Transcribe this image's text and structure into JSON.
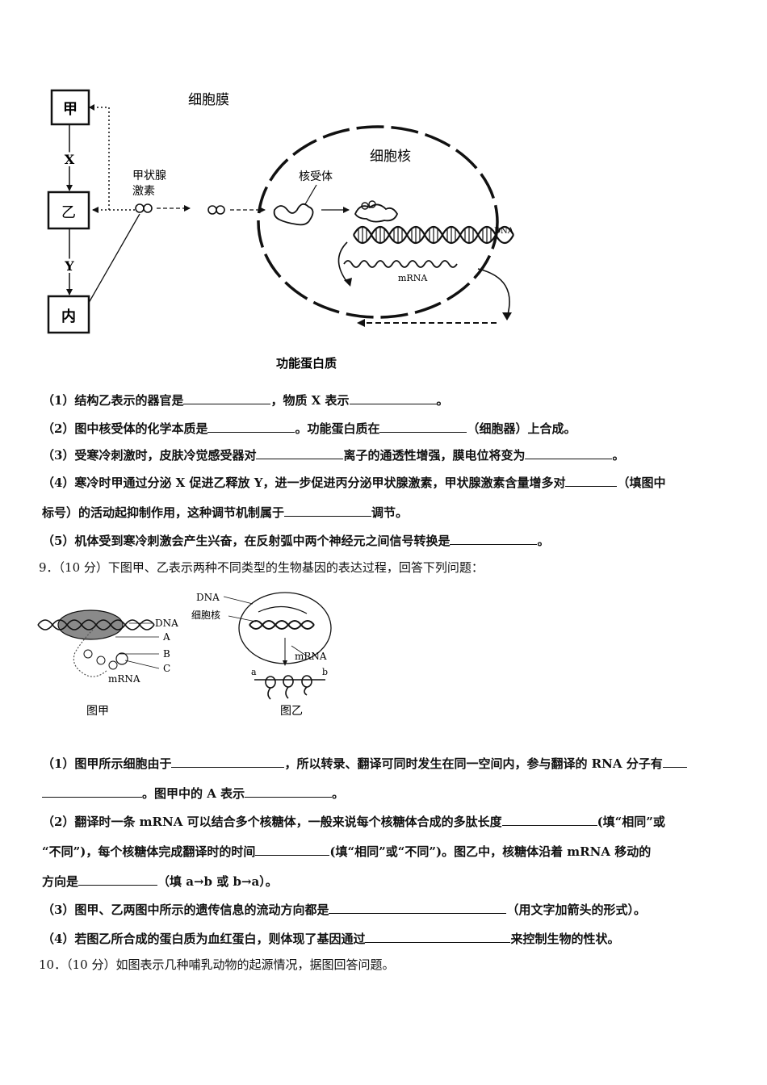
{
  "figure1": {
    "label_jia": "甲",
    "label_yi": "乙",
    "label_bing": "内",
    "label_x": "X",
    "label_y": "Y",
    "hormone_label": "甲状腺\n激素",
    "membrane_label": "细胞膜",
    "nucleus_label": "细胞核",
    "receptor_label": "核受体",
    "dna_label": "DNA",
    "mrna_label": "mRNA",
    "protein_label": "功能蛋白质"
  },
  "q8": {
    "p1": [
      "（1）结构乙表示的器官是",
      "，物质 X 表示",
      "。"
    ],
    "p2": [
      "（2）图中核受体的化学本质是",
      "。功能蛋白质在",
      "（细胞器）上合成。"
    ],
    "p3": [
      "（3）受寒冷刺激时，皮肤冷觉感受器对",
      "离子的通透性增强，膜电位将变为",
      "。"
    ],
    "p4a": [
      "（4）寒冷时甲通过分泌 X 促进乙释放 Y，进一步促进丙分泌甲状腺激素，甲状腺激素含量增多对",
      "（填图中"
    ],
    "p4b": [
      "标号）的活动起抑制作用，这种调节机制属于",
      "调节。"
    ],
    "p5": [
      "（5）机体受到寒冷刺激会产生兴奋，在反射弧中两个神经元之间信号转换是",
      "。"
    ]
  },
  "q9": {
    "stem": "9．（10 分）下图甲、乙表示两种不同类型的生物基因的表达过程，回答下列问题：",
    "fig_jia": {
      "dna": "DNA",
      "a": "A",
      "b": "B",
      "c": "C",
      "mrna": "mRNA",
      "caption": "图甲"
    },
    "fig_yi": {
      "dna": "DNA",
      "nucleus": "细胞核",
      "mrna": "mRNA",
      "end_a": "a",
      "end_b": "b",
      "caption": "图乙"
    },
    "p1a": [
      "（1）图甲所示细胞由于",
      "，所以转录、翻译可同时发生在同一空间内，参与翻译的 RNA 分子有"
    ],
    "p1b": [
      "。图甲中的 A 表示",
      "。"
    ],
    "p2a": [
      "（2）翻译时一条 mRNA 可以结合多个核糖体，一般来说每个核糖体合成的多肽长度",
      "(填“相同”或"
    ],
    "p2b": [
      "“不同”)，每个核糖体完成翻译时的时间",
      "(填“相同”或“不同”)。图乙中，核糖体沿着 mRNA 移动的"
    ],
    "p2c": [
      "方向是",
      "（填 a→b 或 b→a）。"
    ],
    "p3": [
      "（3）图甲、乙两图中所示的遗传信息的流动方向都是",
      "（用文字加箭头的形式）。"
    ],
    "p4": [
      "（4）若图乙所合成的蛋白质为血红蛋白，则体现了基因通过",
      "来控制生物的性状。"
    ]
  },
  "q10": {
    "stem": "10．（10 分）如图表示几种哺乳动物的起源情况，据图回答问题。"
  }
}
